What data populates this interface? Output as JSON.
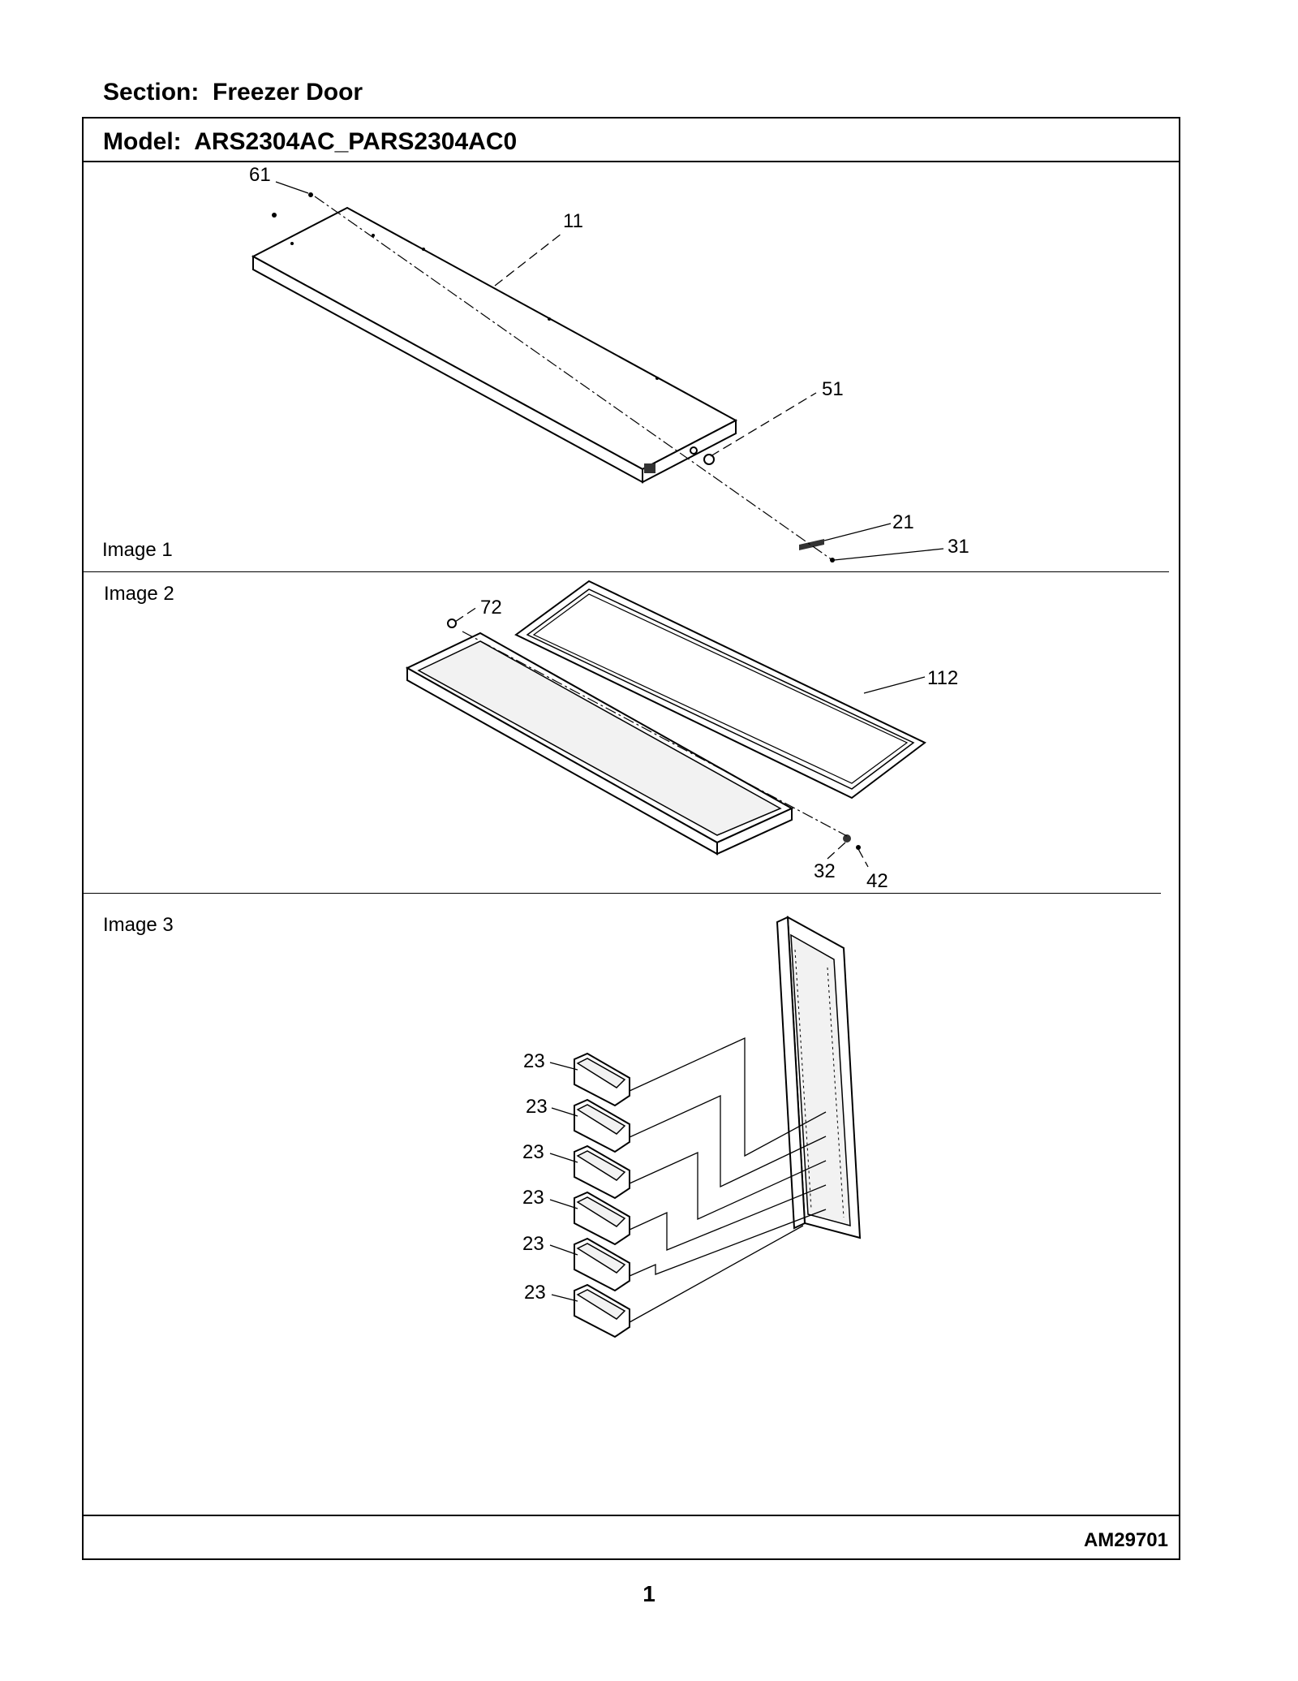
{
  "header": {
    "section_label": "Section:  Freezer Door"
  },
  "frame": {
    "model_label": "Model:  ARS2304AC_PARS2304AC0"
  },
  "panels": [
    {
      "label": "Image 1",
      "callouts": [
        "61",
        "11",
        "51",
        "21",
        "31"
      ]
    },
    {
      "label": "Image 2",
      "callouts": [
        "72",
        "112",
        "32",
        "42"
      ]
    },
    {
      "label": "Image 3",
      "callouts": [
        "23",
        "23",
        "23",
        "23",
        "23",
        "23"
      ]
    }
  ],
  "footer": {
    "drawing_id": "AM29701",
    "page_number": "1"
  }
}
